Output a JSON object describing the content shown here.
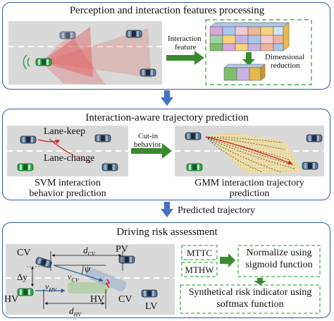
{
  "panel1": {
    "title": "Perception and interaction features processing",
    "interaction_feature_line1": "Interaction",
    "interaction_feature_line2": "feature",
    "dim_reduction_line1": "Dimensional",
    "dim_reduction_line2": "reduction"
  },
  "panel2": {
    "title": "Interaction-aware trajectory prediction",
    "lane_keep": "Lane-keep",
    "lane_change": "Lane-change",
    "cutin_line1": "Cut-in",
    "cutin_line2": "behavior",
    "svm_line1": "SVM interaction",
    "svm_line2": "behavior prediction",
    "gmm_line1": "GMM interaction trajectory",
    "gmm_line2": "prediction"
  },
  "between": {
    "predicted_trajectory": "Predicted trajectory"
  },
  "panel3": {
    "title": "Driving risk assessment",
    "cv_left": "CV",
    "pv": "PV",
    "hv_left": "HV",
    "hv_right": "HV",
    "cv_right": "CV",
    "lv": "LV",
    "delta_y": "Δy",
    "d_cv": "d",
    "d_cv_sub": "CV",
    "d_hv": "d",
    "d_hv_sub": "HV",
    "v_hv": "v",
    "v_hv_sub": "HV",
    "v_cv": "v",
    "v_cv_sub": "CV",
    "psi": "ψ",
    "mttc": "MTTC",
    "mthw": "MTHW",
    "normalize_line1": "Normalize using",
    "normalize_line2": "sigmoid function",
    "synthetic_line1": "Synthetical risk indicator using",
    "synthetic_line2": "softmax function"
  },
  "colors": {
    "panel_border": "#2e5c9a",
    "arrow_blue": "#4472c4",
    "arrow_green": "#3a8a2e",
    "dash_green": "#4caf50",
    "road_gray": "#d9d9d9",
    "hv_green": "#2fa84f"
  }
}
